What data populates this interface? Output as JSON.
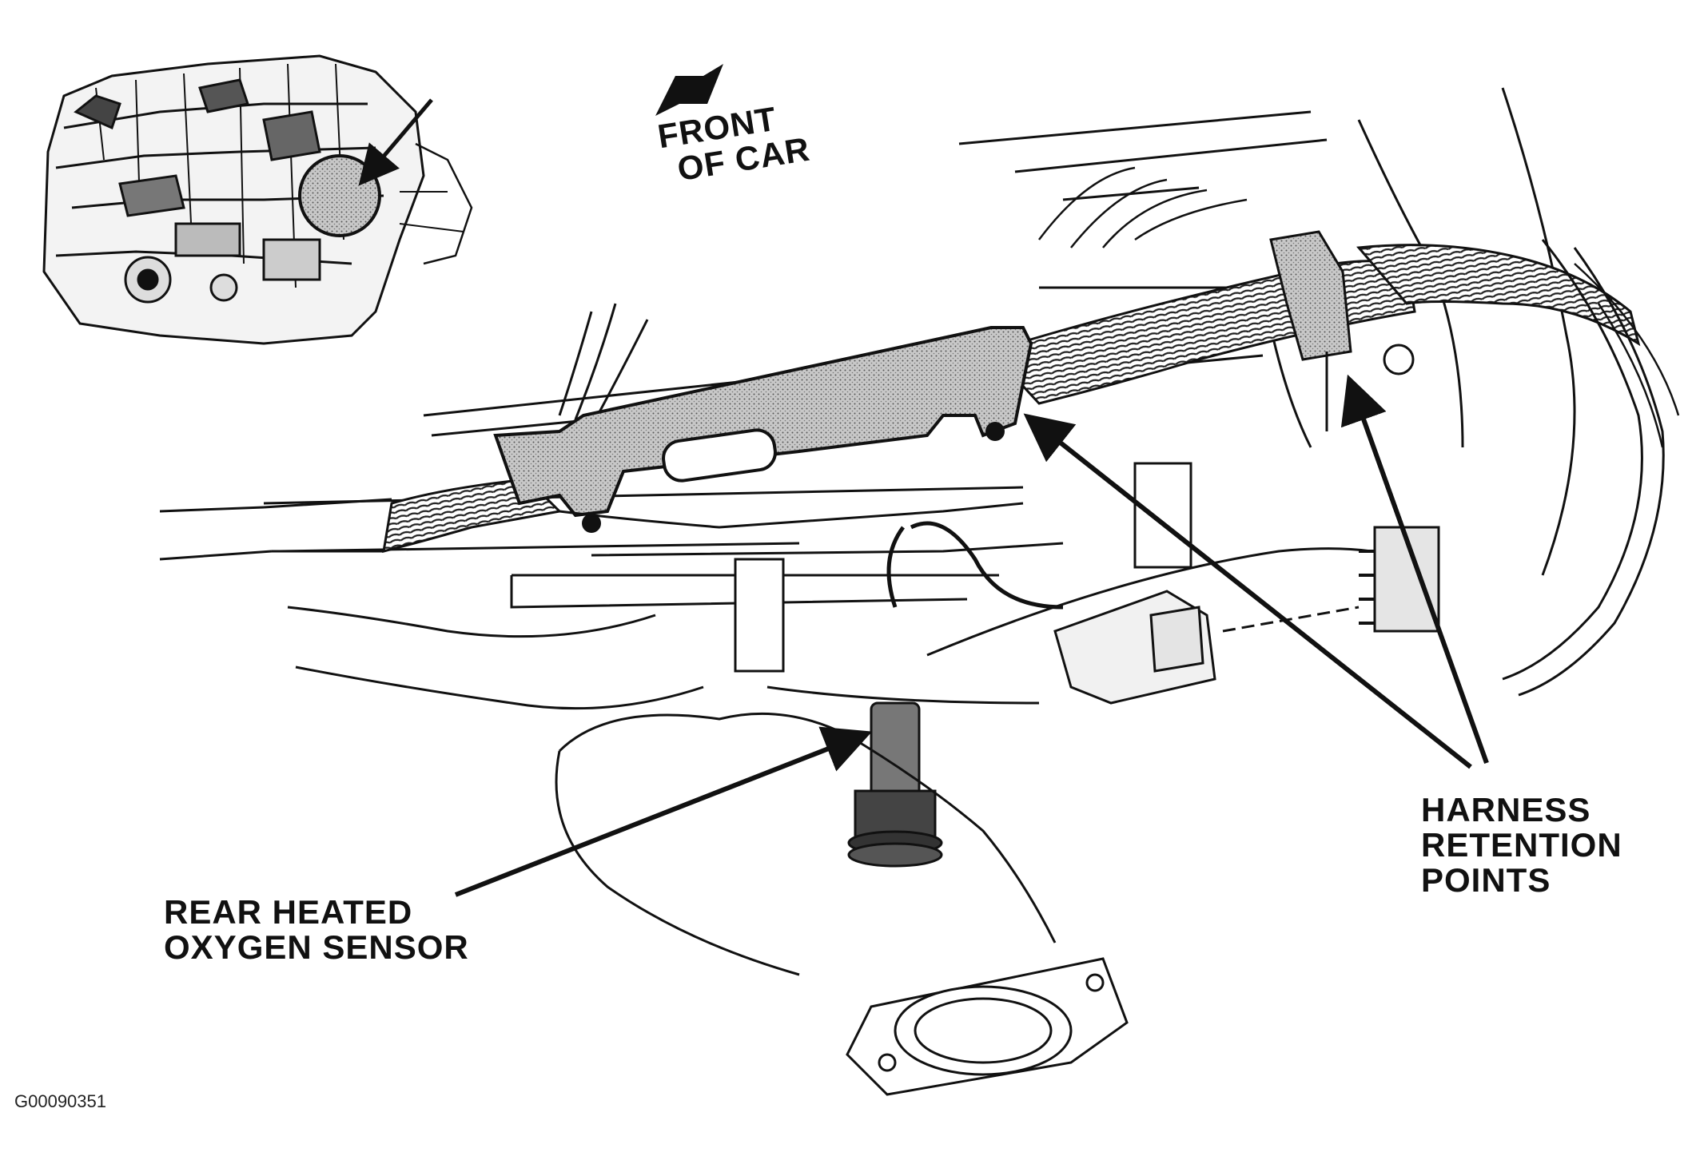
{
  "diagram": {
    "front_label": [
      "FRONT",
      "OF CAR"
    ],
    "sensor_label": [
      "REAR HEATED",
      "OXYGEN SENSOR"
    ],
    "harness_label": [
      "HARNESS",
      "RETENTION",
      "POINTS"
    ],
    "figure_id": "G00090351"
  },
  "colors": {
    "ink": "#111111",
    "shade": "#9a9a9a",
    "paper": "#ffffff"
  }
}
